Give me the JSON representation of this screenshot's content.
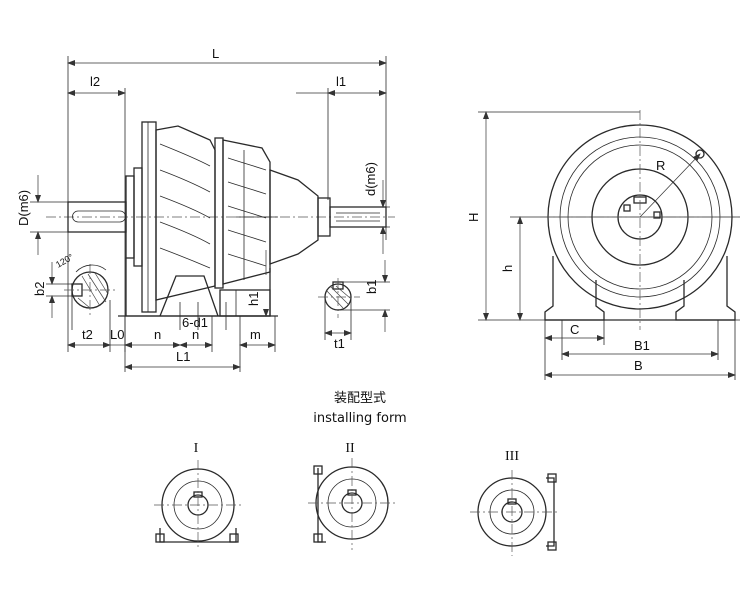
{
  "labels": {
    "L": "L",
    "l2": "l2",
    "l1": "l1",
    "D": "D(m6)",
    "d": "d(m6)",
    "angle": "120°",
    "b2": "b2",
    "b1": "b1",
    "h1": "h1",
    "t2": "t2",
    "t1": "t1",
    "L0": "L0",
    "n_left": "n",
    "n_mid": "n",
    "d1": "6-d1",
    "m": "m",
    "L1": "L1",
    "H": "H",
    "h": "h",
    "R": "R",
    "C": "C",
    "B1": "B1",
    "B": "B"
  },
  "caption": {
    "cn": "装配型式",
    "en": "installing form"
  },
  "forms": [
    {
      "numeral": "I"
    },
    {
      "numeral": "II"
    },
    {
      "numeral": "III"
    }
  ]
}
